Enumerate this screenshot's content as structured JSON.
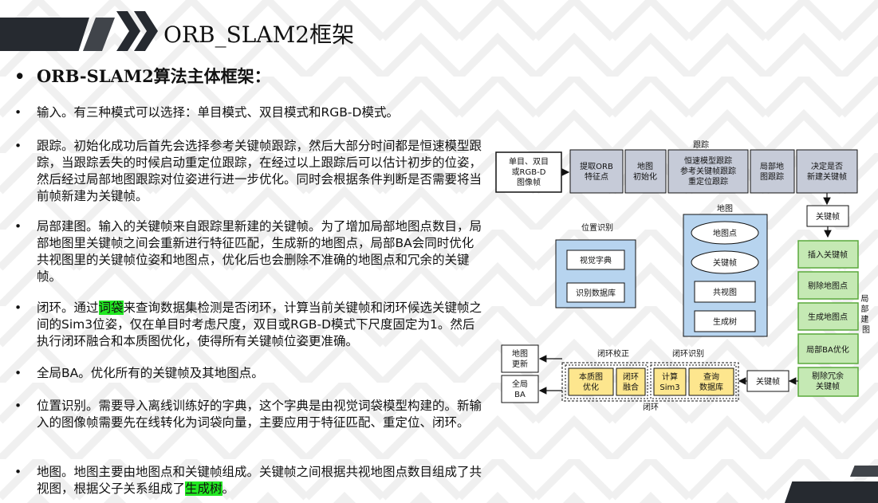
{
  "title": "ORB_SLAM2框架",
  "subtitle": "ORB-SLAM2算法主体框架：",
  "bullets": {
    "input": "输入。有三种模式可以选择：单目模式、双目模式和RGB-D模式。",
    "tracking": "跟踪。初始化成功后首先会选择参考关键帧跟踪，然后大部分时间都是恒速模型跟踪，当跟踪丢失的时候启动重定位跟踪，在经过以上跟踪后可以估计初步的位姿，然后经过局部地图跟踪对位姿进行进一步优化。同时会根据条件判断是否需要将当前帧新建为关键帧。",
    "local_mapping": "局部建图。输入的关键帧来自跟踪里新建的关键帧。为了增加局部地图点数目，局部地图里关键帧之间会重新进行特征匹配，生成新的地图点，局部BA会同时优化共视图里的关键帧位姿和地图点，优化后也会删除不准确的地图点和冗余的关键帧。",
    "loop_pre": "闭环。通过",
    "loop_hl": "词袋",
    "loop_post": "来查询数据集检测是否闭环，计算当前关键帧和闭环候选关键帧之间的Sim3位姿，仅在单目时考虑尺度，双目或RGB-D模式下尺度固定为1。然后执行闭环融合和本质图优化，使得所有关键帧位姿更准确。",
    "global_ba": "全局BA。优化所有的关键帧及其地图点。",
    "place_recognition": "位置识别。需要导入离线训练好的字典，这个字典是由视觉词袋模型构建的。新输入的图像帧需要先在线转化为词袋向量，主要应用于特征匹配、重定位、闭环。",
    "map_pre": "地图。地图主要由地图点和关键帧组成。关键帧之间根据共视地图点数目组成了共视图，根据父子关系组成了",
    "map_hl": "生成树",
    "map_post": "。"
  },
  "diagram": {
    "tracking_label": "跟踪",
    "input_box": [
      "单目、双目",
      "或RGB-D",
      "图像帧"
    ],
    "track_boxes": [
      [
        "提取ORB",
        "特征点"
      ],
      [
        "地图",
        "初始化"
      ],
      [
        "恒速模型跟踪",
        "参考关键帧跟踪",
        "重定位跟踪"
      ],
      [
        "局部地",
        "图跟踪"
      ],
      [
        "决定是否",
        "新建关键帧"
      ]
    ],
    "keyframe": "关键帧",
    "place_rec_label": "位置识别",
    "vocab": "视觉字典",
    "recog_db": "识别数据库",
    "map_label": "地图",
    "map_points": "地图点",
    "map_keyframes": "关键帧",
    "covis_graph": "共视图",
    "spanning_tree": "生成树",
    "local_mapping_label": "局部建图",
    "lm_boxes": [
      "插入关键帧",
      "剔除地图点",
      "生成地图点",
      "局部BA优化",
      [
        "剔除冗余",
        "关键帧"
      ]
    ],
    "loop_correct_label": "闭环校正",
    "loop_detect_label": "闭环识别",
    "loop_label": "闭环",
    "loop_boxes": [
      [
        "本质图",
        "优化"
      ],
      [
        "闭环",
        "融合"
      ],
      [
        "计算",
        "Sim3"
      ],
      [
        "查询",
        "数据库"
      ]
    ],
    "map_update": [
      "地图",
      "更新"
    ],
    "global_ba": [
      "全局",
      "BA"
    ],
    "colors": {
      "track_fill": "#c6cbd8",
      "map_fill": "#b7d4ef",
      "lm_fill": "#c5e9b4",
      "lm_border": "#5aa93c",
      "loop_fill": "#fde68e",
      "highlight": "#22e822"
    }
  }
}
